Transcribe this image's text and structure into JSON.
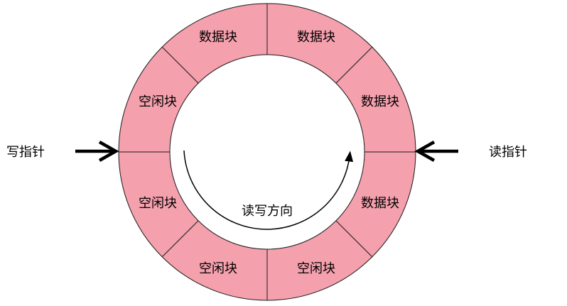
{
  "colors": {
    "ring_fill": "#f4a0ad",
    "ring_stroke": "#1a1a1a",
    "inner_fill": "#ffffff",
    "text": "#000000"
  },
  "segments": [
    {
      "label": "数据块"
    },
    {
      "label": "数据块"
    },
    {
      "label": "数据块"
    },
    {
      "label": "空闲块"
    },
    {
      "label": "空闲块"
    },
    {
      "label": "空闲块"
    },
    {
      "label": "空闲块"
    },
    {
      "label": "数据块"
    }
  ],
  "pointers": {
    "write_label": "写指针",
    "read_label": "读指针"
  },
  "center": {
    "direction_label": "读写方向"
  }
}
